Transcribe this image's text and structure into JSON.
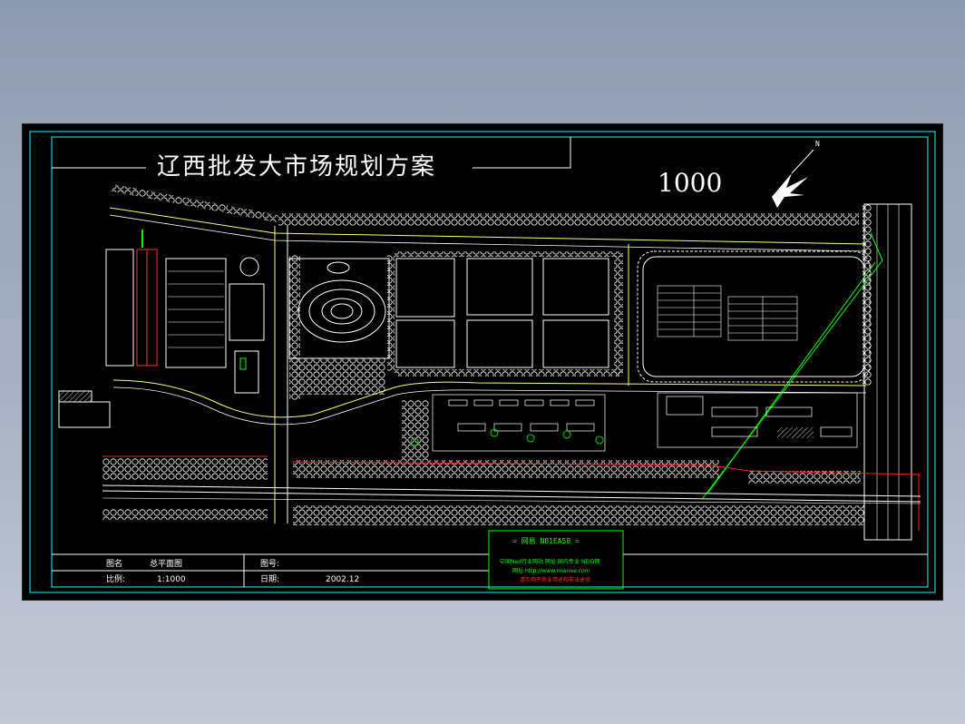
{
  "drawing": {
    "title": "辽西批发大市场规划方案",
    "scale_label": "1000",
    "north_label": "N"
  },
  "title_block": {
    "name_label": "图名",
    "name_value": "总平面图",
    "number_label": "图号:",
    "scale_label": "比例:",
    "scale_value": "1:1000",
    "date_label": "日期:",
    "date_value": "2002.12"
  },
  "stamp": {
    "line1": "= 网易 NB1EA58 =",
    "line2": "中国Ned行业网站 网址:国内专业 NEID网",
    "line3": "网址:http://www.mianee.com",
    "line4": "请勿用于商业用途和非法途径"
  },
  "colors": {
    "cad_background": "#000000",
    "frame": "#00ffff",
    "road": "#ffff66",
    "greenline": "#00ff00",
    "redline": "#ff2020",
    "linework": "#ffffff"
  }
}
